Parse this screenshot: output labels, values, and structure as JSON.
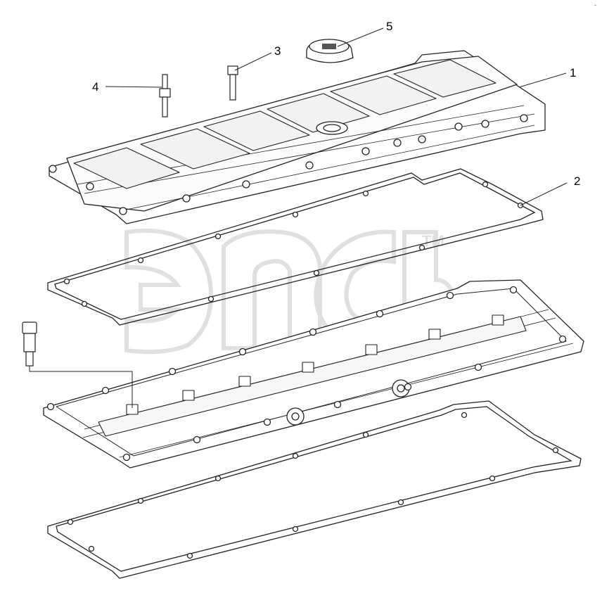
{
  "diagram": {
    "callouts": [
      {
        "id": "1",
        "label": "1"
      },
      {
        "id": "2",
        "label": "2"
      },
      {
        "id": "3",
        "label": "3"
      },
      {
        "id": "4",
        "label": "4"
      },
      {
        "id": "5",
        "label": "5"
      }
    ],
    "watermark": {
      "text": "эпс",
      "trademark": "TM"
    },
    "corner_mark": "-",
    "colors": {
      "line": "#222222",
      "fill": "#ffffff",
      "panel": "#f2f2f2",
      "watermark": "#c8c8c8"
    }
  }
}
